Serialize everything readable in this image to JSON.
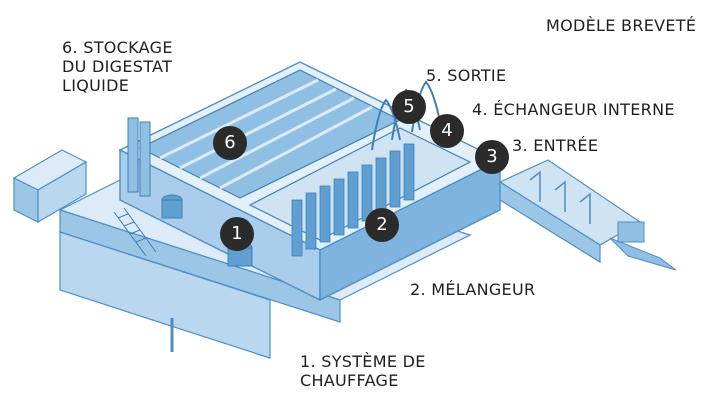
{
  "patent_note": "MODÈLE BREVETÉ",
  "labels": {
    "storage": "6. STOCKAGE\nDU DIGESTAT\nLIQUIDE",
    "outlet": "5. SORTIE",
    "exchanger": "4. ÉCHANGEUR INTERNE",
    "inlet": "3. ENTRÉE",
    "mixer": "2. MÉLANGEUR",
    "heating": "1. SYSTÈME DE\nCHAUFFAGE"
  },
  "markers": {
    "m1": "1",
    "m2": "2",
    "m3": "3",
    "m4": "4",
    "m5": "5",
    "m6": "6"
  },
  "colors": {
    "plant_light": "#cfe3f3",
    "plant_mid": "#8fbfe3",
    "plant_dark": "#4d8fc4",
    "marker": "#2b2b2b"
  }
}
